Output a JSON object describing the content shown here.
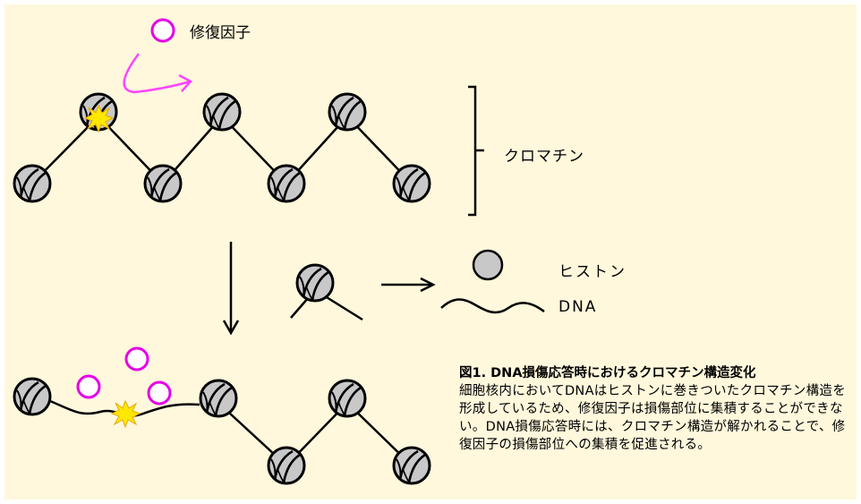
{
  "labels": {
    "repair_factor": "修復因子",
    "chromatin": "クロマチン",
    "histone": "ヒストン",
    "dna": "DNA"
  },
  "caption": {
    "title": "図1. DNA損傷応答時におけるクロマチン構造変化",
    "body": "細胞核内においてDNAはヒストンに巻きついたクロマチン構造を形成しているため、修復因子は損傷部位に集積することができない。DNA損傷応答時には、クロマチン構造が解かれることで、修復因子の損傷部位への集積を促進される。"
  },
  "colors": {
    "background": "#fff8dc",
    "histone_fill": "#c8c8c8",
    "repair_factor": "#e600e6",
    "repair_arrow": "#ff44ff",
    "damage_star": "#ffe800"
  },
  "icons": [
    "nucleosome-icon",
    "histone-icon",
    "repair-factor-icon",
    "damage-star-icon",
    "arrow-icon"
  ]
}
